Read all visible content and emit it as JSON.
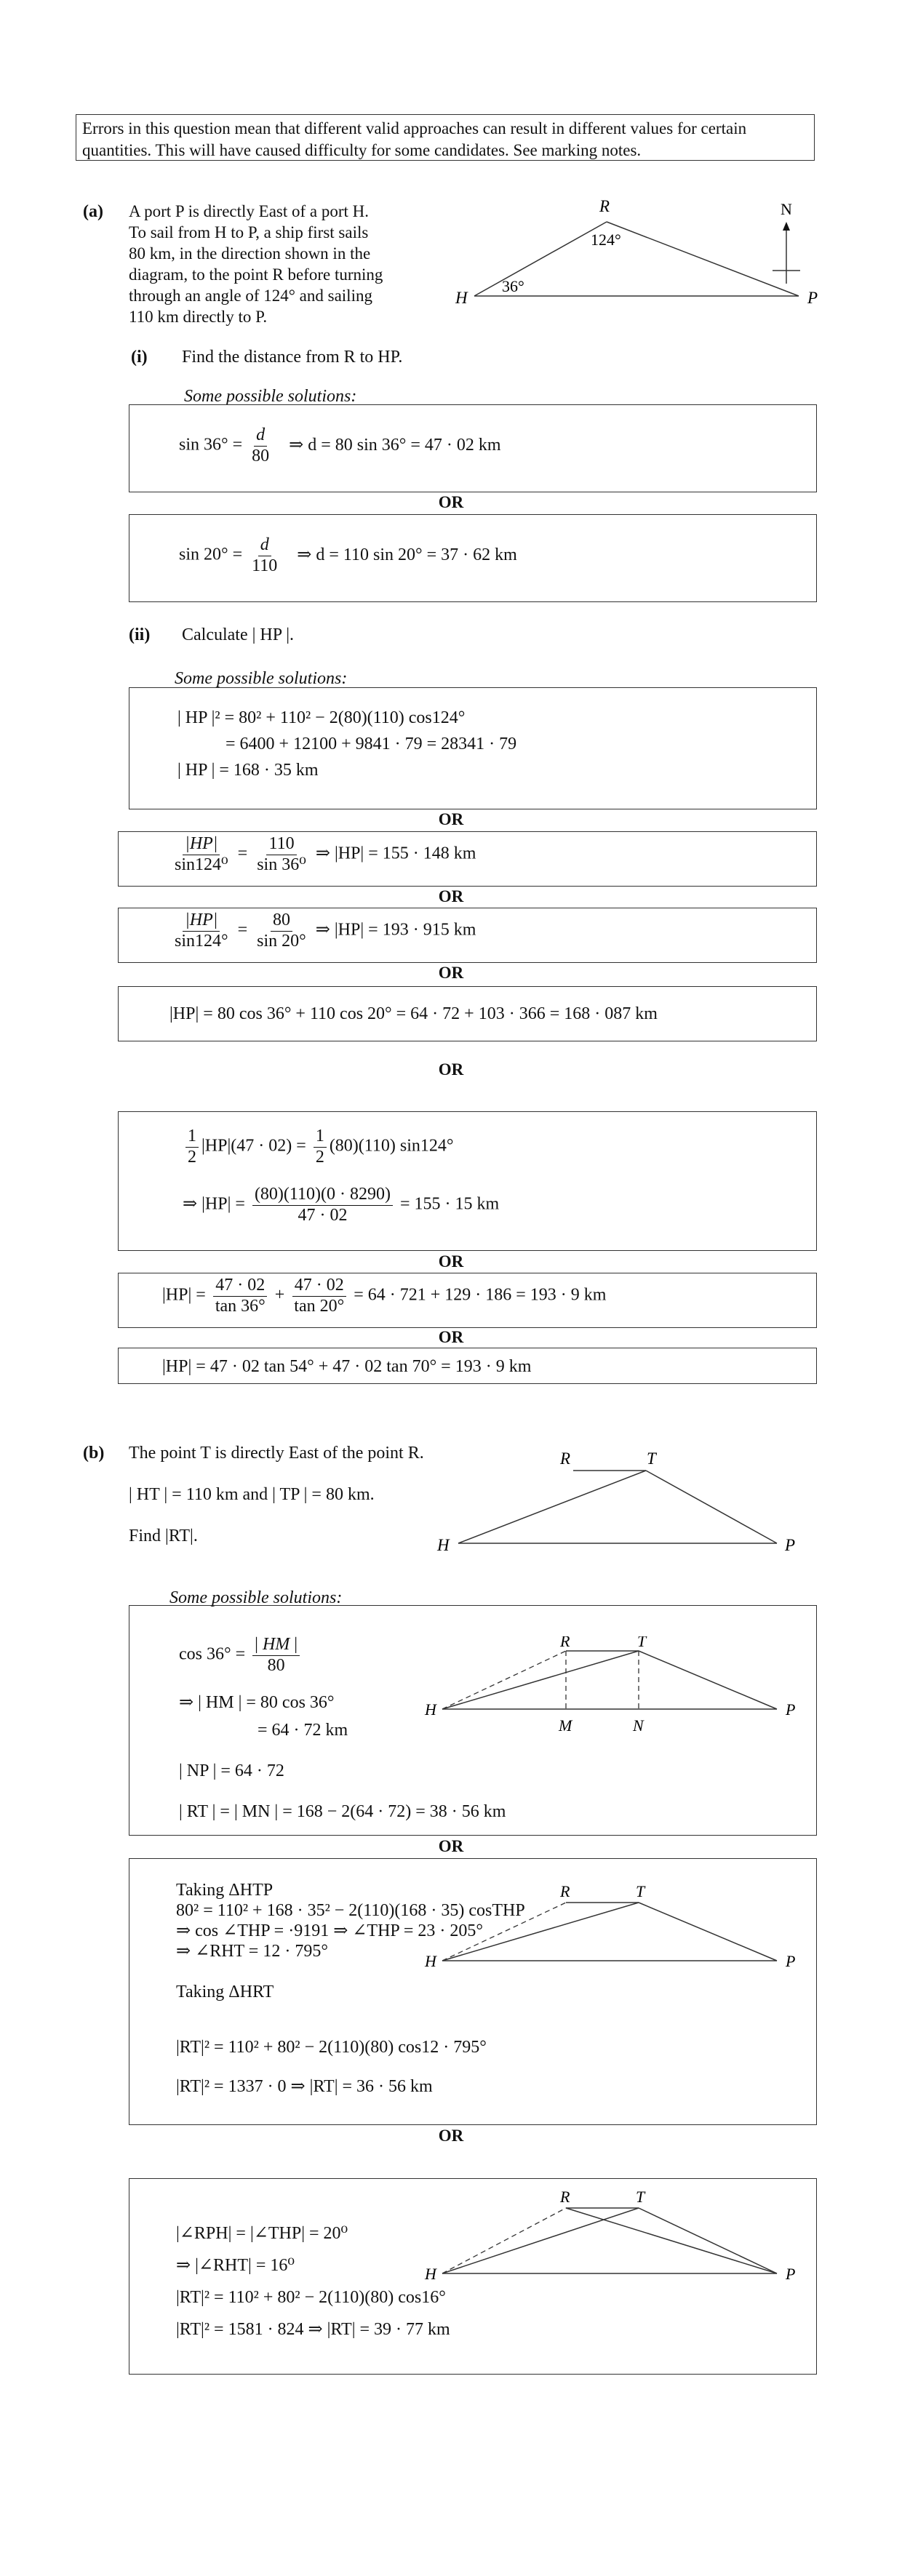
{
  "note": "Errors in this question mean that different  valid  approaches can result in different values for certain quantities. This will have caused difficulty for some candidates. See marking notes.",
  "or": "OR",
  "some_solutions": "Some possible solutions:",
  "part_a": {
    "label": "(a)",
    "stem": [
      "A port P is directly East of a port H.",
      "To sail from H to P, a ship first sails",
      "80 km, in the direction shown in the",
      "diagram, to the point R before turning",
      "through an angle of 124° and sailing",
      "110 km directly to P."
    ],
    "diagram": {
      "R": "R",
      "H": "H",
      "P": "P",
      "N": "N",
      "angle_R": "124°",
      "angle_H": "36°"
    },
    "i": {
      "label": "(i)",
      "question": "Find the distance from R to HP.",
      "s1": {
        "lhs": "sin 36° =",
        "num": "d",
        "den": "80",
        "rhs": "⇒   d = 80 sin 36° = 47 · 02 km"
      },
      "s2": {
        "lhs": "sin 20° =",
        "num": "d",
        "den": "110",
        "rhs": "⇒   d = 110 sin 20° = 37 · 62 km"
      }
    },
    "ii": {
      "label": "(ii)",
      "question": "Calculate | HP |.",
      "s1": [
        "| HP |² = 80² + 110² − 2(80)(110) cos124°",
        "= 6400 + 12100 + 9841 · 79 = 28341 · 79",
        "| HP | = 168 · 35 km"
      ],
      "s2": {
        "num1": "|HP|",
        "den1": "sin124⁰",
        "num2": "110",
        "den2": "sin 36⁰",
        "rhs": "⇒ |HP| = 155 · 148 km"
      },
      "s3": {
        "num1": "|HP|",
        "den1": "sin124°",
        "num2": "80",
        "den2": "sin 20°",
        "rhs": "⇒ |HP| = 193 · 915  km"
      },
      "s4": "|HP| = 80 cos 36° + 110 cos 20° = 64 · 72 + 103 · 366 = 168 · 087 km",
      "s5": {
        "l1_a": "|HP|(47 · 02) =",
        "l1_b": "(80)(110) sin124°",
        "half": "1",
        "two": "2",
        "l2_a": "⇒   |HP| =",
        "num": "(80)(110)(0 · 8290)",
        "den": "47 · 02",
        "l2_b": "= 155 · 15    km"
      },
      "s6": {
        "a": "|HP| =",
        "num1": "47 · 02",
        "den1": "tan 36°",
        "num2": "47 · 02",
        "den2": "tan 20°",
        "b": "= 64 · 721 + 129 · 186 = 193 · 9    km"
      },
      "s7": "|HP| = 47 · 02 tan 54° + 47 · 02 tan 70° = 193 · 9    km"
    }
  },
  "part_b": {
    "label": "(b)",
    "stem": "The point T is directly East of the point R.",
    "given": "| HT | = 110 km and  | TP | = 80  km.",
    "find": "Find |RT|.",
    "diagram": {
      "R": "R",
      "T": "T",
      "H": "H",
      "P": "P",
      "M": "M",
      "N": "N"
    },
    "s1": [
      "cos 36° = | HM | / 80",
      "⇒ | HM | = 80 cos 36°",
      "= 64 · 72  km",
      "| NP | = 64 · 72",
      "| RT | = | MN | = 168 − 2(64 · 72) = 38 · 56 km"
    ],
    "s2": [
      "Taking ΔHTP",
      "80² = 110² + 168 · 35² − 2(110)(168 · 35) cosTHP",
      "⇒ cos ∠THP = ·9191 ⇒ ∠THP = 23 · 205°",
      "⇒ ∠RHT = 12 · 795°",
      "Taking ΔHRT",
      "|RT|² = 110² + 80² − 2(110)(80) cos12 · 795°",
      "|RT|² = 1337 · 0 ⇒ |RT| = 36 · 56    km"
    ],
    "s3": [
      "|∠RPH| = |∠THP| = 20⁰",
      "⇒ |∠RHT| = 16⁰",
      "|RT|² = 110² + 80² − 2(110)(80) cos16°",
      "|RT|² = 1581 · 824 ⇒ |RT| = 39 · 77    km"
    ]
  }
}
